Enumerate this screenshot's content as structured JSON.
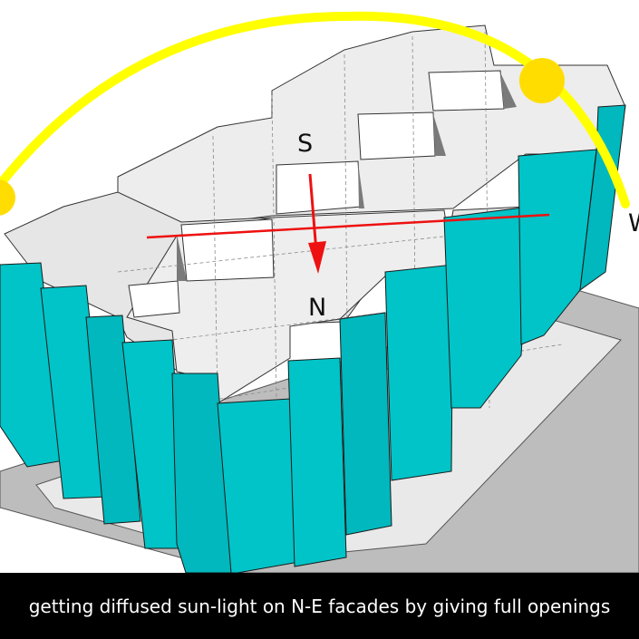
{
  "diagram": {
    "labels": {
      "south": "S",
      "north": "N",
      "west": "W"
    },
    "caption": "getting diffused sun-light on  N-E facades by giving full openings",
    "colors": {
      "facade": "#00c4c8",
      "roof": "#ededed",
      "ground": "#bdbdbd",
      "plinth": "#e9e9e9",
      "sun": "#ffdd00",
      "sun_path": "#ffff00",
      "axis": "#ee1111",
      "caption_bg": "#000000",
      "caption_text": "#ffffff"
    },
    "icons": {
      "sun": "sun-icon",
      "arrow": "north-arrow-icon"
    }
  }
}
